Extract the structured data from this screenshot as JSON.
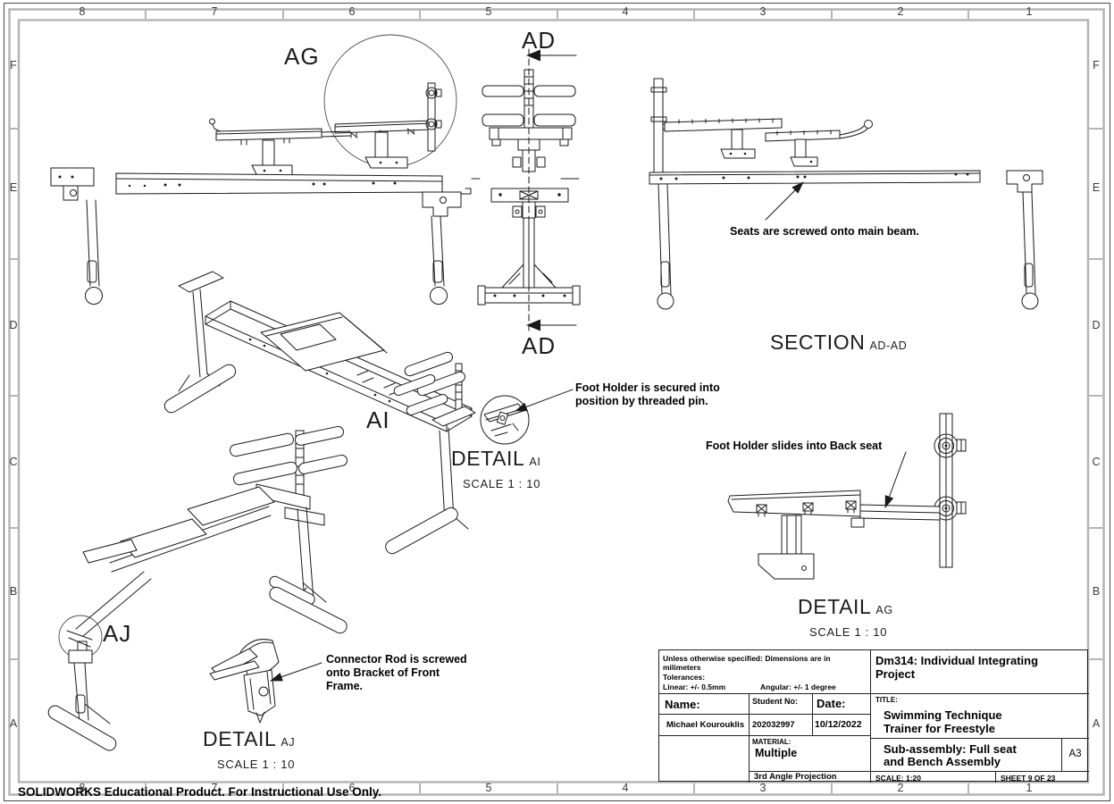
{
  "sheet": {
    "footer_note": "SOLIDWORKS Educational Product. For Instructional Use Only.",
    "zones": {
      "columns": [
        "8",
        "7",
        "6",
        "5",
        "4",
        "3",
        "2",
        "1"
      ],
      "rows": [
        "F",
        "E",
        "D",
        "C",
        "B",
        "A"
      ]
    },
    "colors": {
      "line": "#1a1a1a",
      "frame_gray": "#b5b5b5"
    }
  },
  "labels": {
    "ag": "AG",
    "ad": "AD",
    "ai": "AI",
    "aj": "AJ"
  },
  "captions": {
    "section": {
      "name": "SECTION",
      "suffix": "AD-AD"
    },
    "detail_ai": {
      "name": "DETAIL",
      "suffix": "AI",
      "scale": "SCALE 1 : 10"
    },
    "detail_ag": {
      "name": "DETAIL",
      "suffix": "AG",
      "scale": "SCALE 1 : 10"
    },
    "detail_aj": {
      "name": "DETAIL",
      "suffix": "AJ",
      "scale": "SCALE 1 : 10"
    }
  },
  "notes": {
    "seats": "Seats are screwed onto main beam.",
    "pin_line1": "Foot Holder is secured into",
    "pin_line2": "position by threaded pin.",
    "slides": "Foot Holder slides into Back seat",
    "connector_line1": "Connector Rod is screwed",
    "connector_line2": "onto Bracket of Front",
    "connector_line3": "Frame."
  },
  "title_block": {
    "tolerances_line1": "Unless otherwise specified: Dimensions are in",
    "tolerances_line2": "milimeters",
    "tolerances_line3": "Tolerances:",
    "tolerance_linear": "Linear: +/- 0.5mm",
    "tolerance_angular": "Angular: +/- 1 degree",
    "name_label": "Name:",
    "student_no_label": "Student No:",
    "date_label": "Date:",
    "name_value": "Michael Kourouklis",
    "student_no_value": "202032997",
    "date_value": "10/12/2022",
    "material_label": "MATERIAL:",
    "material_value": "Multiple",
    "projection": "3rd Angle Projection",
    "course": "Dm314: Individual Integrating Project",
    "title_label": "TITLE:",
    "title_line1": "Swimming Technique",
    "title_line2": "Trainer for Freestyle",
    "subtitle_line1": "Sub-assembly: Full seat",
    "subtitle_line2": "and Bench Assembly",
    "paper_size": "A3",
    "scale_value": "SCALE: 1:20",
    "sheet_value": "SHEET 9 OF 23"
  }
}
